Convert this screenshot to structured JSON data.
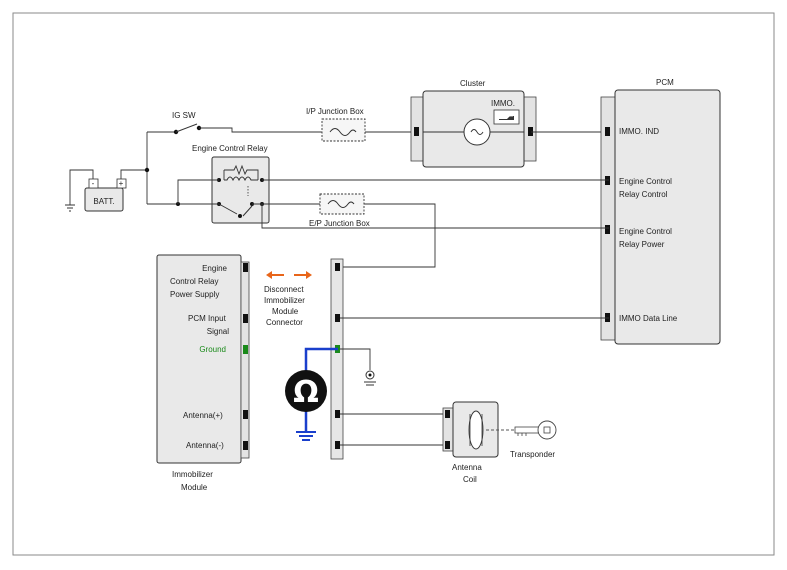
{
  "labels": {
    "ig_sw": "IG SW",
    "batt": "BATT.",
    "ecr": "Engine Control Relay",
    "ip_jb": "I/P Junction Box",
    "ep_jb": "E/P Junction Box",
    "cluster": "Cluster",
    "immo_lamp": "IMMO.",
    "pcm": "PCM",
    "pcm_immo_ind": "IMMO. IND",
    "pcm_ecr_control": [
      "Engine Control",
      "Relay Control"
    ],
    "pcm_ecr_power": [
      "Engine Control",
      "Relay Power"
    ],
    "pcm_immo_data": "IMMO Data Line",
    "immo_ecr_supply": [
      "Engine",
      "Control Relay",
      "Power Supply"
    ],
    "immo_pcm_input": [
      "PCM Input",
      "Signal"
    ],
    "immo_ground": "Ground",
    "immo_ant_plus": "Antenna(+)",
    "immo_ant_minus": "Antenna(-)",
    "immo_module": [
      "Immobilizer",
      "Module"
    ],
    "disconnect": [
      "Disconnect",
      "Immobilizer",
      "Module",
      "Connector"
    ],
    "antenna_coil": [
      "Antenna",
      "Coil"
    ],
    "transponder": "Transponder",
    "ohm": "Ω",
    "battery_minus": "-",
    "battery_plus": "+"
  },
  "colors": {
    "ground_highlight": "#1a8a1a",
    "meter_wire": "#1a3fcc",
    "arrow": "#e8651a"
  },
  "icons": [
    "ohmmeter-icon",
    "ground-icon",
    "key-icon",
    "fuse-icon",
    "lamp-icon",
    "relay-coil-icon"
  ]
}
